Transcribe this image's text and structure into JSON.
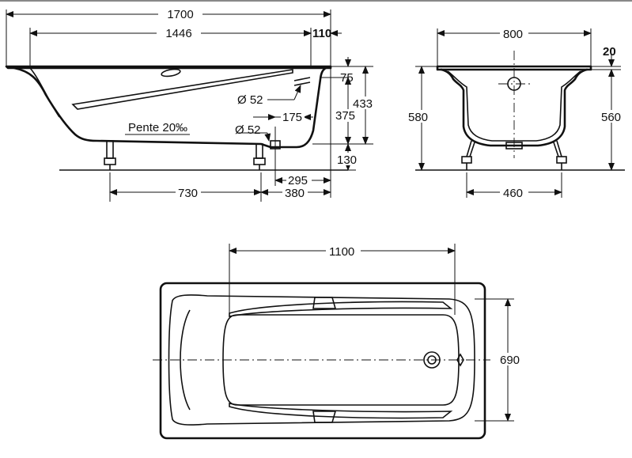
{
  "side_view": {
    "overall_length": "1700",
    "inner_length": "1446",
    "rim_offset": "110",
    "rim_depth": "75",
    "total_height": "433",
    "drain_height": "375",
    "foot_height": "130",
    "overflow_diameter": "Ø 52",
    "drain_diameter": "Ø 52",
    "drain_offset": "175",
    "foot_to_end_short": "295",
    "foot_to_end_long": "380",
    "foot_spacing": "730",
    "slope": "Pente 20‰"
  },
  "end_view": {
    "width": "800",
    "rim_thickness": "20",
    "height_outer": "580",
    "height_inner": "560",
    "foot_spacing": "460"
  },
  "top_view": {
    "inner_length": "1100",
    "inner_width": "690"
  }
}
